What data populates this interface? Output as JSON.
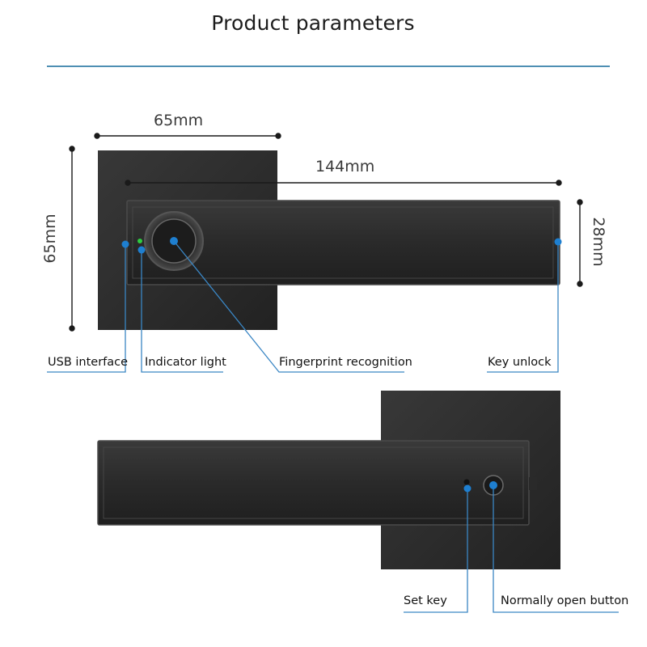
{
  "title": "Product parameters",
  "dimensions": {
    "rose_width": "65mm",
    "handle_length": "144mm",
    "rose_height": "65mm",
    "handle_height": "28mm"
  },
  "front_view": {
    "callouts": {
      "usb": "USB interface",
      "indicator": "Indicator light",
      "fingerprint": "Fingerprint recognition",
      "key_unlock": "Key unlock"
    }
  },
  "back_view": {
    "callouts": {
      "set_key": "Set key",
      "normally_open": "Normally open button"
    }
  },
  "colors": {
    "accent_line": "#4e8fb3",
    "callout_dot": "#1e7fd0",
    "callout_line": "#3a86c4",
    "lock_body": "#2b2b2b",
    "indicator_led": "#2ecc40"
  }
}
